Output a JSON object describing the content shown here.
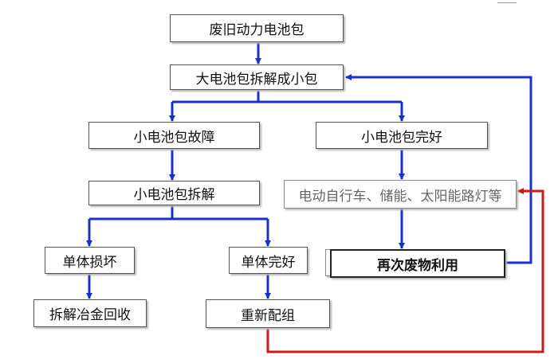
{
  "nodes": {
    "waste_pack": "废旧动力电池包",
    "disassemble_big": "大电池包拆解成小包",
    "small_faulty": "小电池包故障",
    "small_good": "小电池包完好",
    "small_disassemble": "小电池包拆解",
    "applications": "电动自行车、储能、太阳能路灯等",
    "cell_damaged": "单体损坏",
    "cell_good": "单体完好",
    "reuse": "再次废物利用",
    "smelt_recycle": "拆解冶金回收",
    "regroup": "重新配组"
  },
  "colors": {
    "flow_arrow": "#1a2fd0",
    "return_arrow": "#cc1a1a"
  }
}
